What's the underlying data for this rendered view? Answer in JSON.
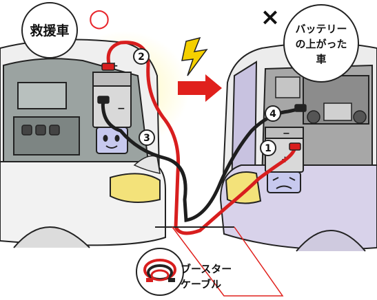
{
  "labels": {
    "rescue_car": "救援車",
    "dead_car_line1": "バッテリー",
    "dead_car_line2": "の上がった",
    "dead_car_line3": "車",
    "cable_line1": "ブースター",
    "cable_line2": "ケーブル"
  },
  "symbols": {
    "ok_mark": "○",
    "ng_mark": "×"
  },
  "steps": [
    "1",
    "2",
    "3",
    "4"
  ],
  "terminals": {
    "plus": "+",
    "minus": "−"
  },
  "colors": {
    "red_cable": "#d81e1e",
    "black_cable": "#1e1e1e",
    "ok_mark": "#e8262c",
    "ng_mark": "#111111",
    "lightning": "#f5d000",
    "arrow": "#e0201c",
    "rescue_car_body": "#efefef",
    "dead_car_body": "#d8d2ea",
    "headlight": "#f3e27a"
  }
}
